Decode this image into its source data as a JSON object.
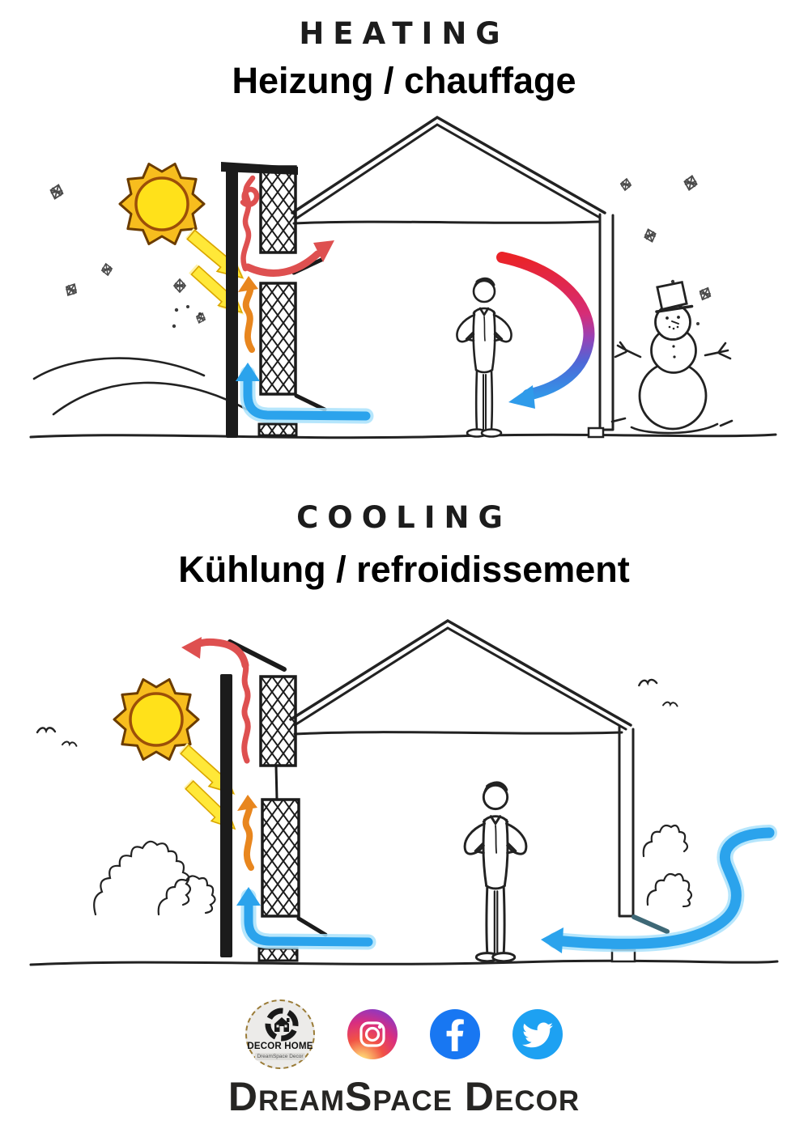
{
  "page": {
    "background": "#ffffff"
  },
  "heating": {
    "title": "HEATING",
    "subtitle": "Heizung / chauffage"
  },
  "cooling": {
    "title": "COOLING",
    "subtitle": "Kühlung / refroidissement"
  },
  "footer": {
    "logo": {
      "icon": "decor-home-logo",
      "label": "DECOR HOME",
      "sublabel": "DreamSpace Decor"
    },
    "social": [
      {
        "icon": "instagram-icon"
      },
      {
        "icon": "facebook-icon"
      },
      {
        "icon": "twitter-icon"
      }
    ],
    "brand": "DreamSpace Decor"
  },
  "colors": {
    "ink": "#1d1d1d",
    "sun_core": "#FFE11A",
    "sun_spikes": "#F7BD1E",
    "sun_outline": "#6B3C00",
    "beam_yellow": "#FFE838",
    "beam_glow": "#FFF3AC",
    "hot_red": "#DE5050",
    "warm_orange": "#E8861E",
    "cool_blue": "#2BA3EC",
    "cool_blue_glow": "#A9E2FB",
    "circulation_red": "#EA2328",
    "circulation_purple": "#9A41B4",
    "circulation_blue": "#2F9BEA",
    "instagram_1": "#FED373",
    "instagram_2": "#F15245",
    "instagram_3": "#D92E7F",
    "instagram_4": "#9B36B7",
    "facebook_blue": "#1877F2",
    "twitter_blue": "#1DA1F2"
  }
}
